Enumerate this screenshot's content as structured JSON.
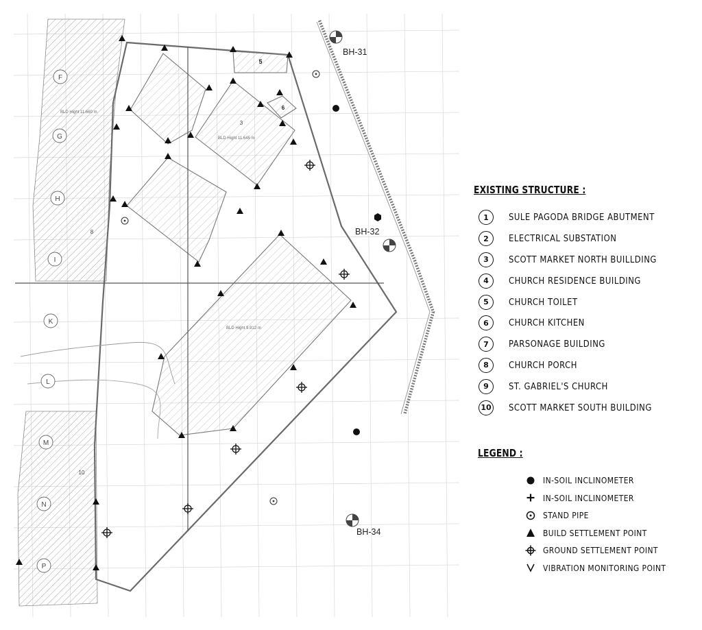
{
  "plan": {
    "boreholes": [
      {
        "id": "bh31",
        "label": "BH-31"
      },
      {
        "id": "bh32",
        "label": "BH-32"
      },
      {
        "id": "bh34",
        "label": "BH-34"
      }
    ],
    "grid_labels": [
      "F",
      "G",
      "H",
      "I",
      "K",
      "L",
      "M",
      "N",
      "P"
    ],
    "building_numbers": [
      "3",
      "5",
      "6",
      "8",
      "10"
    ],
    "building_notes": [
      "BLD Hight 11.660 m",
      "BLD Hight 11.645 m",
      "BLD Hight 9.912 m"
    ]
  },
  "existing_structure": {
    "title": "EXISTING STRUCTURE :",
    "items": [
      {
        "num": "1",
        "label": "SULE PAGODA BRIDGE ABUTMENT"
      },
      {
        "num": "2",
        "label": "ELECTRICAL SUBSTATION"
      },
      {
        "num": "3",
        "label": "SCOTT MARKET NORTH BUILLDING"
      },
      {
        "num": "4",
        "label": "CHURCH RESIDENCE BUILDING"
      },
      {
        "num": "5",
        "label": "CHURCH TOILET"
      },
      {
        "num": "6",
        "label": "CHURCH KITCHEN"
      },
      {
        "num": "7",
        "label": "PARSONAGE BUILDING"
      },
      {
        "num": "8",
        "label": "CHURCH PORCH"
      },
      {
        "num": "9",
        "label": "ST. GABRIEL'S CHURCH"
      },
      {
        "num": "10",
        "label": "SCOTT MARKET SOUTH BUILDING"
      }
    ]
  },
  "legend": {
    "title": "LEGEND :",
    "items": [
      {
        "symbol": "filled-circle",
        "label": "IN-SOIL INCLINOMETER"
      },
      {
        "symbol": "plus",
        "label": "IN-SOIL INCLINOMETER"
      },
      {
        "symbol": "dotted-circle",
        "label": "STAND PIPE"
      },
      {
        "symbol": "triangle",
        "label": "BUILD SETTLEMENT POINT"
      },
      {
        "symbol": "crosshair",
        "label": "GROUND SETTLEMENT POINT"
      },
      {
        "symbol": "v-mark",
        "label": "VIBRATION MONITORING POINT"
      }
    ]
  }
}
